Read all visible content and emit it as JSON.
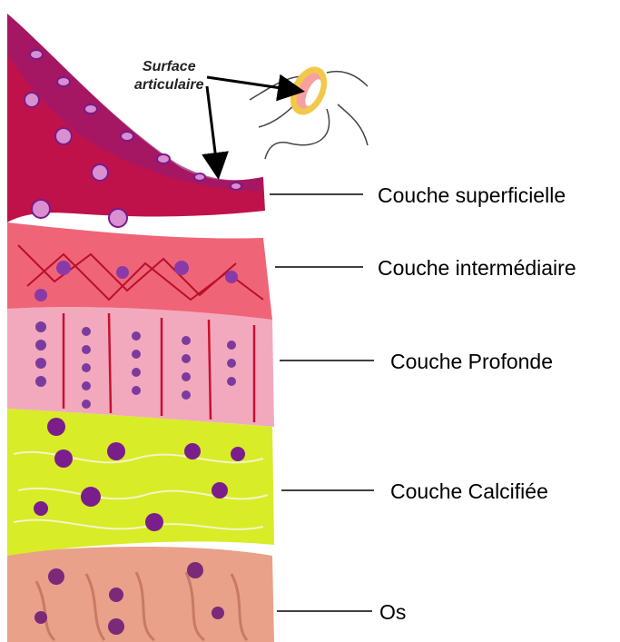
{
  "surface_label": {
    "line1": "Surface",
    "line2": "articulaire"
  },
  "layers": [
    {
      "id": "superficielle",
      "label": "Couche superficielle",
      "color": "#c0124a"
    },
    {
      "id": "intermediaire",
      "label": "Couche intermédiaire",
      "color": "#f06478"
    },
    {
      "id": "profonde",
      "label": "Couche Profonde",
      "color": "#f3a9bd"
    },
    {
      "id": "calcifiee",
      "label": "Couche Calcifiée",
      "color": "#d8ec28"
    },
    {
      "id": "os",
      "label": "Os",
      "color": "#e9a18a"
    }
  ],
  "colors": {
    "cell_purple": "#6b1b8c",
    "fiber_red": "#c8102e",
    "joint_ring": "#f2c84b"
  }
}
